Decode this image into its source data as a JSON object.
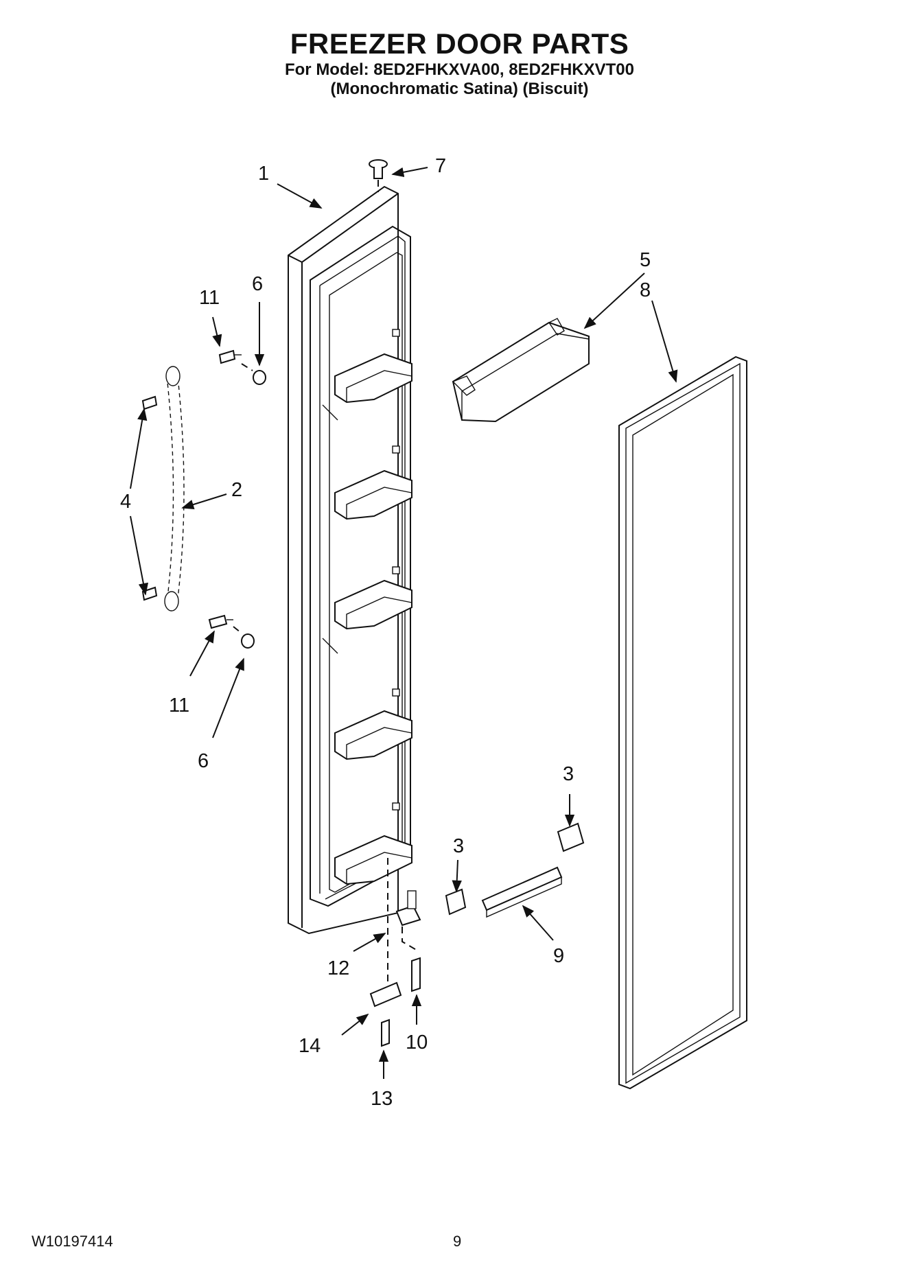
{
  "header": {
    "title": "FREEZER DOOR PARTS",
    "model_line": "For Model: 8ED2FHKXVA00, 8ED2FHKXVT00",
    "finish_line": "(Monochromatic Satina)  (Biscuit)"
  },
  "callouts": {
    "c1": "1",
    "c2": "2",
    "c3a": "3",
    "c3b": "3",
    "c4": "4",
    "c5": "5",
    "c6a": "6",
    "c6b": "6",
    "c7": "7",
    "c8": "8",
    "c9": "9",
    "c10": "10",
    "c11a": "11",
    "c11b": "11",
    "c12": "12",
    "c13": "13",
    "c14": "14"
  },
  "footer": {
    "doc_number": "W10197414",
    "page_number": "9"
  }
}
